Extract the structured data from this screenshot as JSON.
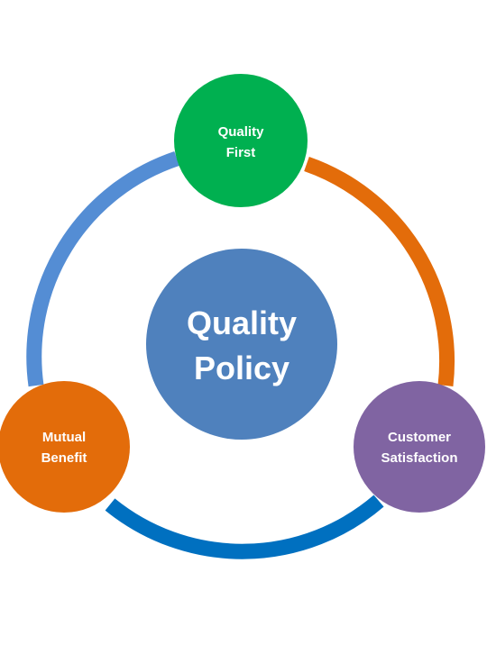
{
  "diagram": {
    "center": {
      "line1": "Quality",
      "line2": "Policy",
      "color": "#4f81bd"
    },
    "nodes": [
      {
        "id": "quality-first",
        "line1": "Quality",
        "line2": "First",
        "color": "#00b050"
      },
      {
        "id": "customer-satisfaction",
        "line1": "Customer",
        "line2": "Satisfaction",
        "color": "#8064a2"
      },
      {
        "id": "mutual-benefit",
        "line1": "Mutual",
        "line2": "Benefit",
        "color": "#e36c0a"
      }
    ],
    "arcs": [
      {
        "id": "arc-quality-to-customer",
        "color": "#e36c0a"
      },
      {
        "id": "arc-customer-to-mutual",
        "color": "#0070c0"
      },
      {
        "id": "arc-mutual-to-quality",
        "color": "#548dd4"
      }
    ]
  }
}
